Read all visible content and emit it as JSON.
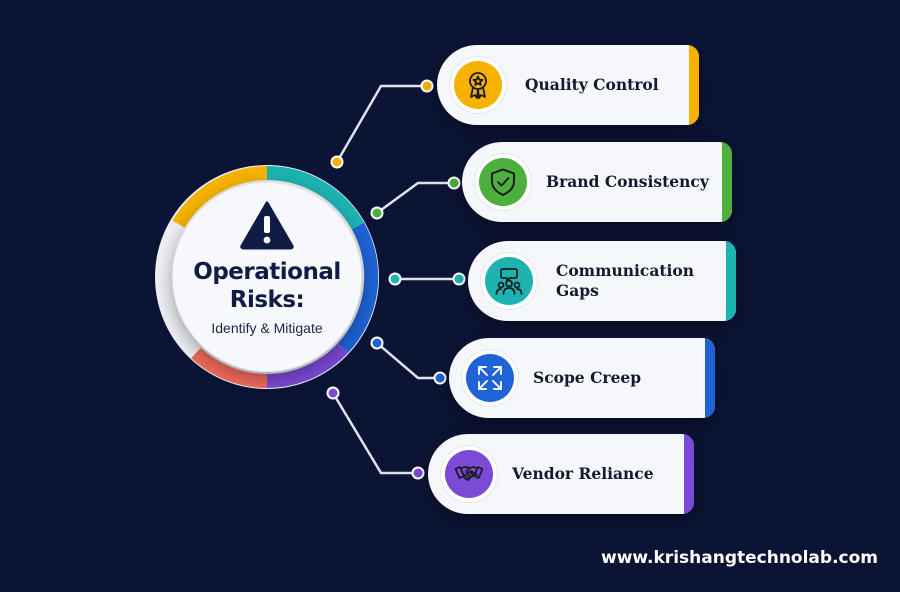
{
  "hub": {
    "title_line1": "Operational",
    "title_line2": "Risks:",
    "subtitle": "Identify & Mitigate",
    "icon": "warning-icon"
  },
  "risks": [
    {
      "label": "Quality Control",
      "icon": "award-ribbon-icon",
      "color": "#f5b300"
    },
    {
      "label": "Brand Consistency",
      "icon": "shield-check-icon",
      "color": "#4caf3e"
    },
    {
      "label_line1": "Communication",
      "label_line2": "Gaps",
      "icon": "team-chat-icon",
      "color": "#1db3b0"
    },
    {
      "label": "Scope Creep",
      "icon": "expand-arrows-icon",
      "color": "#1f63d6"
    },
    {
      "label": "Vendor Reliance",
      "icon": "handshake-icon",
      "color": "#7b4ad6"
    }
  ],
  "ring_colors": [
    "#f5b300",
    "#1db3b0",
    "#1f63d6",
    "#7b4ad6",
    "#f26b5b"
  ],
  "footer": {
    "website": "www.krishangtechnolab.com"
  }
}
